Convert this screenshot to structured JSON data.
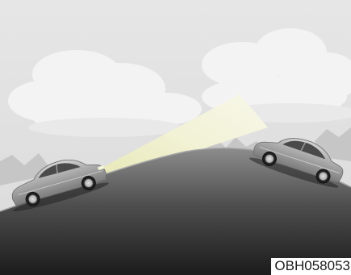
{
  "illustration": {
    "caption": "OBH058053",
    "subjects": [
      "car-climbing-hill",
      "oncoming-car-on-hilltop",
      "headlight-beam"
    ]
  },
  "colors": {
    "sky": "#e2e2e2",
    "cloud": "#f4f4f4",
    "hill_top": "#8a8a8a",
    "hill_bottom": "#1e1e1e",
    "beam": "#efefcd",
    "car_body": "#a9a9a9"
  }
}
